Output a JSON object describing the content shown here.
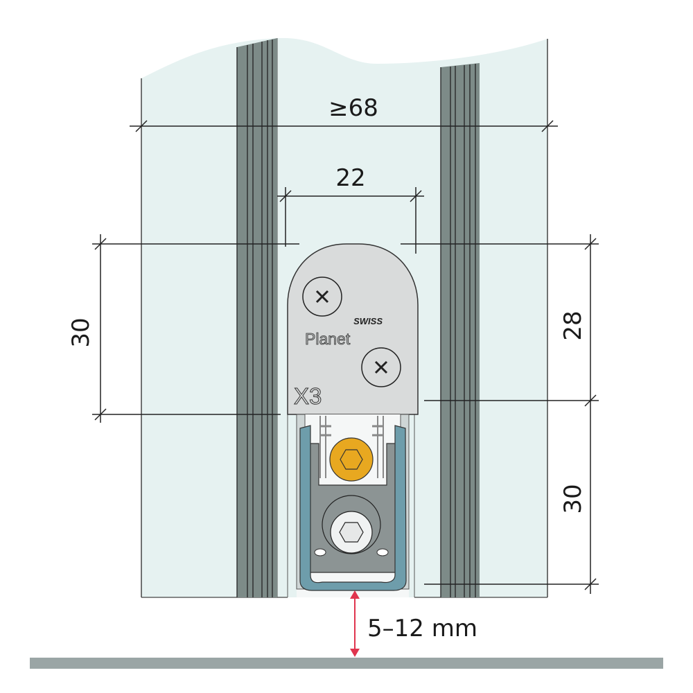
{
  "dimensions": {
    "total_width": "≥68",
    "device_width": "22",
    "housing_height_left": "30",
    "housing_height_right": "28",
    "seal_height": "30",
    "floor_gap": "5–12 mm"
  },
  "device": {
    "brand_small": "SWISS",
    "brand": "Planet",
    "model": "X3"
  },
  "colors": {
    "panel": "#e6f2f1",
    "gasket": "#7d8b88",
    "housing": "#d9dbdb",
    "seal": "#6e9dab",
    "nut": "#e8a820",
    "floor": "#9aa5a5",
    "arrow": "#e0344e"
  }
}
